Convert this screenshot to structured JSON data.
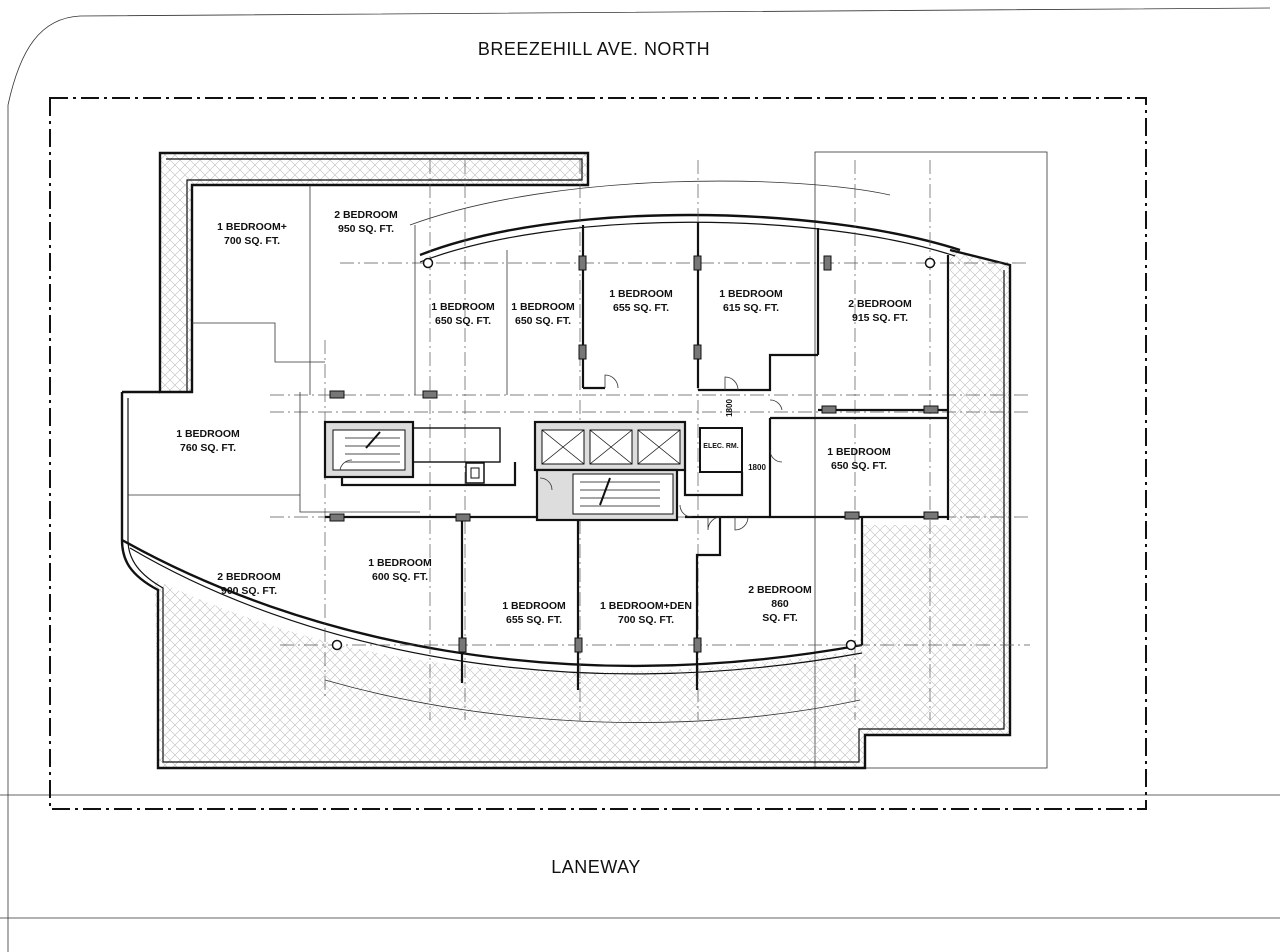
{
  "streets": {
    "north": "BREEZEHILL  AVE. NORTH",
    "south": "LANEWAY"
  },
  "core": {
    "elec_room": "ELEC. RM.",
    "dim_a": "1800",
    "dim_b": "1800"
  },
  "units": [
    {
      "type": "1 BEDROOM+",
      "area": "700 SQ. FT."
    },
    {
      "type": "2 BEDROOM",
      "area": "950 SQ. FT."
    },
    {
      "type": "1 BEDROOM",
      "area": "650 SQ. FT."
    },
    {
      "type": "1 BEDROOM",
      "area": "650 SQ. FT."
    },
    {
      "type": "1 BEDROOM",
      "area": "655 SQ. FT."
    },
    {
      "type": "1 BEDROOM",
      "area": "615 SQ. FT."
    },
    {
      "type": "2 BEDROOM",
      "area": "915 SQ. FT."
    },
    {
      "type": "1 BEDROOM",
      "area": "760 SQ. FT."
    },
    {
      "type": "1 BEDROOM",
      "area": "650 SQ. FT."
    },
    {
      "type": "2 BEDROOM",
      "area": "900 SQ. FT."
    },
    {
      "type": "1 BEDROOM",
      "area": "600 SQ. FT."
    },
    {
      "type": "1 BEDROOM",
      "area": "655 SQ. FT."
    },
    {
      "type": "1 BEDROOM+DEN",
      "area": "700 SQ. FT."
    },
    {
      "type": "2 BEDROOM",
      "area": "860",
      "area2": "SQ. FT."
    }
  ]
}
